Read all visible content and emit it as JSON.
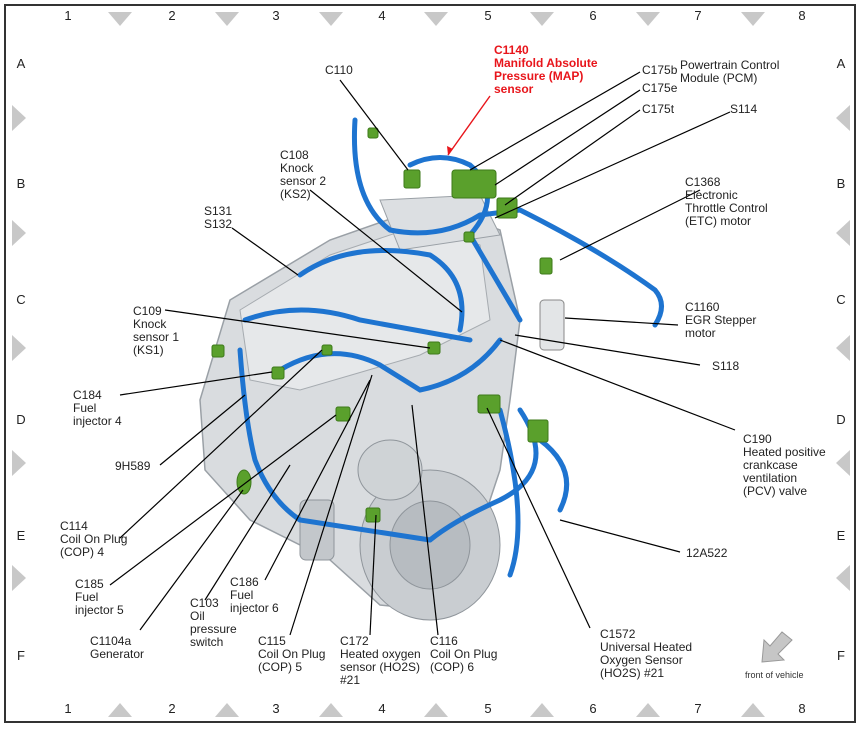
{
  "grid": {
    "columns": [
      "1",
      "2",
      "3",
      "4",
      "5",
      "6",
      "7",
      "8"
    ],
    "rows": [
      "A",
      "B",
      "C",
      "D",
      "E",
      "F"
    ]
  },
  "labels": {
    "c1140": "C1140\nManifold Absolute\nPressure (MAP)\nsensor",
    "c110": "C110",
    "c175b": "C175b",
    "c175e": "C175e",
    "c175t": "C175t",
    "pcm": "Powertrain Control\nModule (PCM)",
    "s114": "S114",
    "c108": "C108\nKnock\nsensor 2\n(KS2)",
    "c1368": "C1368\nElectronic\nThrottle Control\n(ETC) motor",
    "s131": "S131\nS132",
    "c109": "C109\nKnock\nsensor 1\n(KS1)",
    "c1160": "C1160\nEGR Stepper\nmotor",
    "s118": "S118",
    "c184": "C184\nFuel\ninjector 4",
    "c190": "C190\nHeated positive\ncrankcase\nventilation\n(PCV) valve",
    "h589": "9H589",
    "c114": "C114\nCoil On Plug\n(COP) 4",
    "a522": "12A522",
    "c185": "C185\nFuel\ninjector 5",
    "c103": "C103\nOil\npressure\nswitch",
    "c186": "C186\nFuel\ninjector 6",
    "c1104a": "C1104a\nGenerator",
    "c115": "C115\nCoil On Plug\n(COP) 5",
    "c172": "C172\nHeated oxygen\nsensor (HO2S)\n#21",
    "c116": "C116\nCoil On Plug\n(COP) 6",
    "c1572": "C1572\nUniversal Heated\nOxygen Sensor\n(HO2S) #21"
  },
  "front_note": "front of vehicle",
  "colors": {
    "harness": "#1e74d0",
    "connector": "#5aa02c",
    "highlight": "#e8151b",
    "engine": "#d6d9dc"
  }
}
